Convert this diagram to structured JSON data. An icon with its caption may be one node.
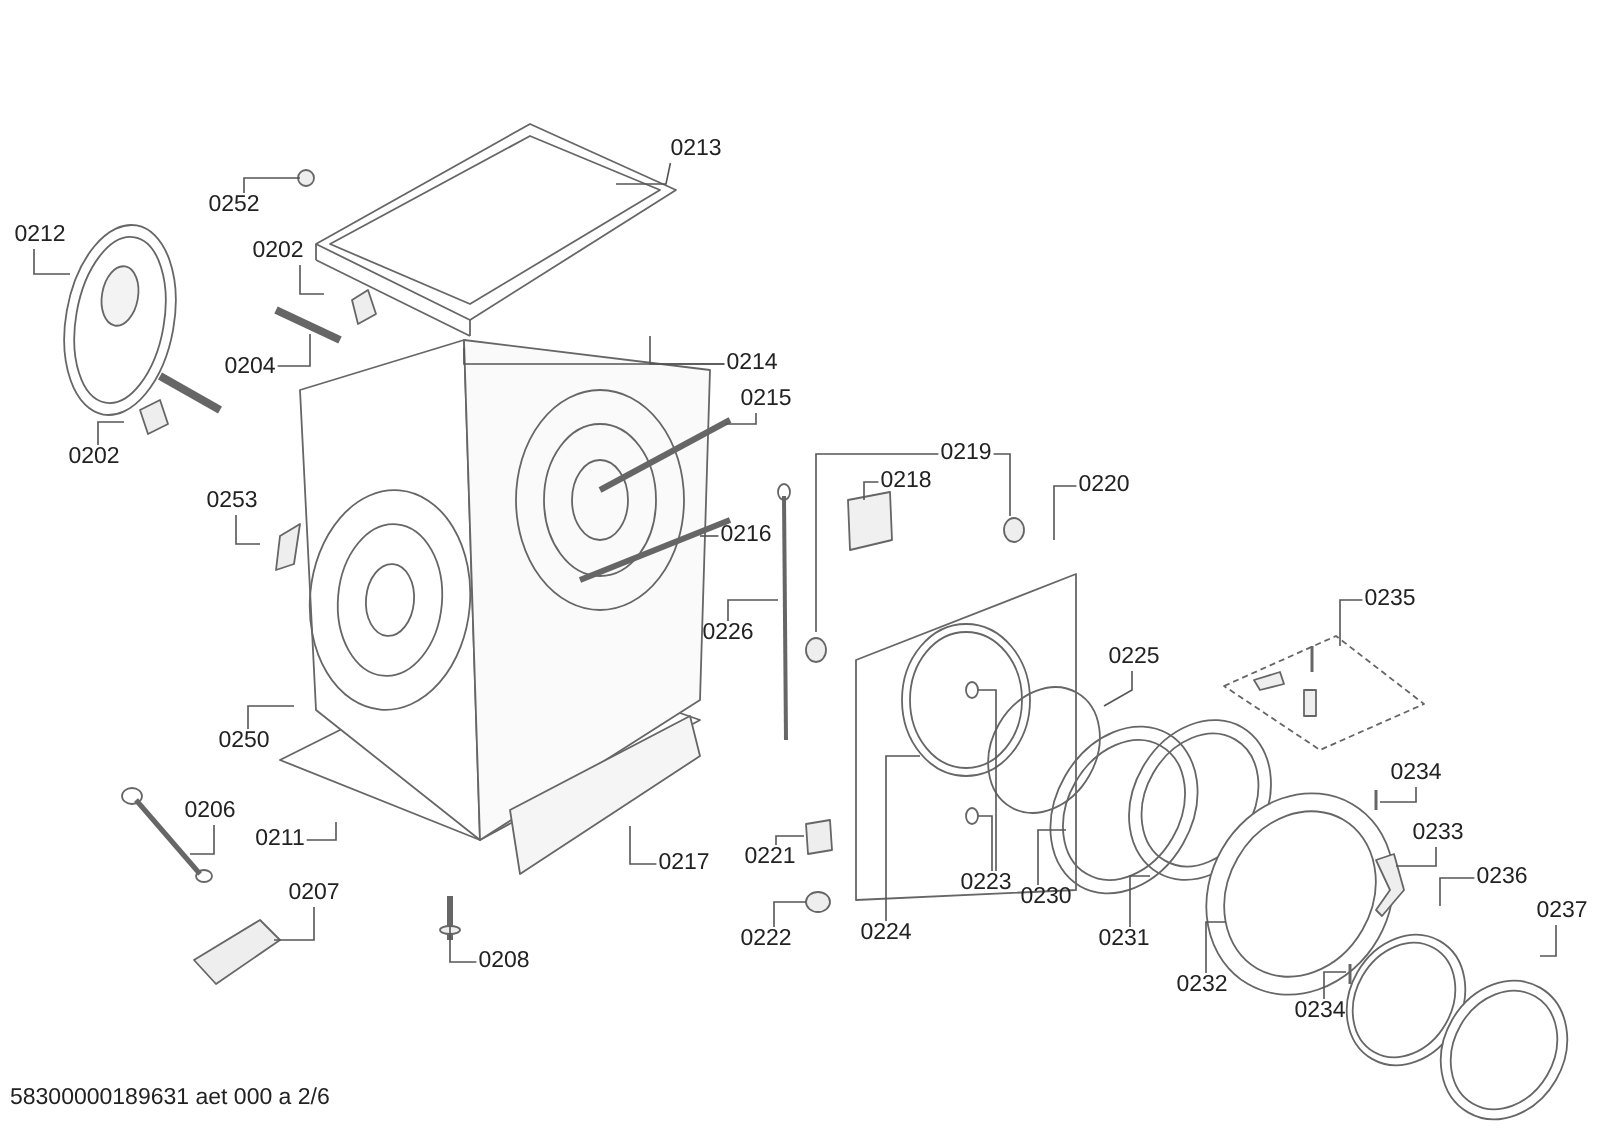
{
  "diagram": {
    "nodes": [
      {
        "text": [
          "0213"
        ]
      },
      {
        "text": [
          "0252"
        ]
      },
      {
        "text": [
          "0212"
        ]
      },
      {
        "text": [
          "0202"
        ]
      },
      {
        "text": [
          "0214"
        ]
      },
      {
        "text": [
          "0204"
        ]
      },
      {
        "text": [
          "0215"
        ]
      },
      {
        "text": [
          "0202"
        ]
      },
      {
        "text": [
          "0219"
        ]
      },
      {
        "text": [
          "0220"
        ]
      },
      {
        "text": [
          "0218"
        ]
      },
      {
        "text": [
          "0253"
        ]
      },
      {
        "text": [
          "0216"
        ]
      },
      {
        "text": [
          "0235"
        ]
      },
      {
        "text": [
          "0226"
        ]
      },
      {
        "text": [
          "0225"
        ]
      },
      {
        "text": [
          "0250"
        ]
      },
      {
        "text": [
          "0234"
        ]
      },
      {
        "text": [
          "0206"
        ]
      },
      {
        "text": [
          "0233"
        ]
      },
      {
        "text": [
          "0211"
        ]
      },
      {
        "text": [
          "0221"
        ]
      },
      {
        "text": [
          "0217"
        ]
      },
      {
        "text": [
          "0236"
        ]
      },
      {
        "text": [
          "0223"
        ]
      },
      {
        "text": [
          "0230"
        ]
      },
      {
        "text": [
          "0207"
        ]
      },
      {
        "text": [
          "0237"
        ]
      },
      {
        "text": [
          "0224"
        ]
      },
      {
        "text": [
          "0222"
        ]
      },
      {
        "text": [
          "0231"
        ]
      },
      {
        "text": [
          "0208"
        ]
      },
      {
        "text": [
          "0232"
        ]
      },
      {
        "text": [
          "0234"
        ]
      }
    ],
    "edges": [
      {
        "from": 0,
        "to": null,
        "arrow": "none"
      },
      {
        "from": 1,
        "to": null,
        "arrow": "none"
      },
      {
        "from": 2,
        "to": null,
        "arrow": "none"
      },
      {
        "from": 3,
        "to": null,
        "arrow": "none"
      },
      {
        "from": 4,
        "to": null,
        "arrow": "none"
      },
      {
        "from": 4,
        "to": null,
        "arrow": "none"
      },
      {
        "from": 5,
        "to": null,
        "arrow": "none"
      },
      {
        "from": 6,
        "to": null,
        "arrow": "none"
      },
      {
        "from": 7,
        "to": null,
        "arrow": "none"
      },
      {
        "from": 8,
        "to": null,
        "arrow": "none"
      },
      {
        "from": 8,
        "to": null,
        "arrow": "none"
      },
      {
        "from": 9,
        "to": null,
        "arrow": "none"
      },
      {
        "from": 10,
        "to": null,
        "arrow": "none"
      },
      {
        "from": 11,
        "to": null,
        "arrow": "none"
      },
      {
        "from": 12,
        "to": null,
        "arrow": "none"
      },
      {
        "from": 13,
        "to": null,
        "arrow": "none"
      },
      {
        "from": 14,
        "to": null,
        "arrow": "none"
      },
      {
        "from": 15,
        "to": null,
        "arrow": "none"
      },
      {
        "from": 16,
        "to": null,
        "arrow": "none"
      },
      {
        "from": 17,
        "to": null,
        "arrow": "none"
      },
      {
        "from": 18,
        "to": null,
        "arrow": "none"
      },
      {
        "from": 19,
        "to": null,
        "arrow": "none"
      },
      {
        "from": 20,
        "to": null,
        "arrow": "none"
      },
      {
        "from": 21,
        "to": null,
        "arrow": "none"
      },
      {
        "from": 22,
        "to": null,
        "arrow": "none"
      },
      {
        "from": 23,
        "to": null,
        "arrow": "none"
      },
      {
        "from": 24,
        "to": null,
        "arrow": "none"
      },
      {
        "from": 24,
        "to": null,
        "arrow": "none"
      },
      {
        "from": 25,
        "to": null,
        "arrow": "none"
      },
      {
        "from": 26,
        "to": null,
        "arrow": "none"
      },
      {
        "from": 27,
        "to": null,
        "arrow": "none"
      },
      {
        "from": 28,
        "to": null,
        "arrow": "none"
      },
      {
        "from": 29,
        "to": null,
        "arrow": "none"
      },
      {
        "from": 30,
        "to": null,
        "arrow": "none"
      },
      {
        "from": 31,
        "to": null,
        "arrow": "none"
      },
      {
        "from": 32,
        "to": null,
        "arrow": "none"
      },
      {
        "from": 33,
        "to": null,
        "arrow": "none"
      }
    ],
    "labels": [
      "58300000189631 aet 000 a 2/6"
    ]
  }
}
